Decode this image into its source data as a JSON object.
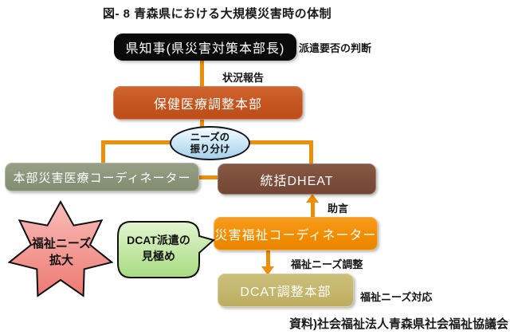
{
  "title": "図- 8  青森県における大規模災害時の体制",
  "credit": "資料)社会福祉法人青森県社会福祉協議会",
  "nodes": {
    "governor": "県知事(県災害対策本部長)",
    "health_hq": "保健医療調整本部",
    "needs_triage": {
      "line1": "ニーズの",
      "line2": "振り分け"
    },
    "medical_coordinator": "本部災害医療コーディネーター",
    "dheat": "統括DHEAT",
    "welfare_coordinator": "災害福祉コーディネーター",
    "dcat_hq": "DCAT調整本部",
    "welfare_needs_star": {
      "line1": "福祉ニーズ",
      "line2": "拡大"
    },
    "dcat_callout": {
      "line1": "DCAT派遣の",
      "line2": "見極め"
    }
  },
  "labels": {
    "dispatch_decision": "派遣要否の判断",
    "status_report": "状況報告",
    "advice": "助言",
    "welfare_needs_adjust": "福祉ニーズ調整",
    "welfare_needs_response": "福祉ニーズ対応"
  },
  "colors": {
    "connector_orange": "#ed8e09",
    "governor_box": "#0a0a0a",
    "health_hq_box": "#c5541e",
    "medical_coordinator_box": "#8a9478",
    "dheat_box": "#7b4c39",
    "welfare_coordinator_box": "#f18c00",
    "dcat_hq_box": "#c3b56a",
    "needs_ellipse_top": "#f2fafe",
    "needs_ellipse_bottom": "#a5d0eb",
    "star_top": "#f9bdba",
    "star_bottom": "#ed7a72",
    "callout_top": "#e2f5d0",
    "callout_bottom": "#a7db80",
    "text_on_box": "#ffffff",
    "label_text": "#151515"
  }
}
